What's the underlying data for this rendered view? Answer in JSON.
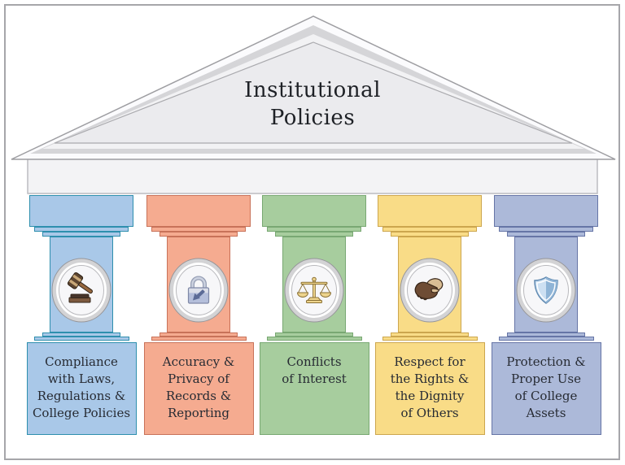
{
  "title": "Institutional\nPolicies",
  "structure": {
    "pediment_outer_fill": "#fbfbfd",
    "pediment_band_fill": "#d5d5d8",
    "pediment_inner_fill": "#ebebee",
    "entablature_fill": "#f3f3f5",
    "frame_border": "#a6a6aa",
    "medallion_ring": "#d3d3d5",
    "medallion_face": "#f7f7f9"
  },
  "pillars": [
    {
      "label": "Compliance\nwith Laws,\nRegulations &\nCollege Policies",
      "icon": "gavel-icon",
      "fill": "#a9c8e8",
      "border": "#2e8fae"
    },
    {
      "label": "Accuracy &\nPrivacy of\nRecords &\nReporting",
      "icon": "padlock-check-icon",
      "fill": "#f5ab90",
      "border": "#c87259"
    },
    {
      "label": "Conflicts\nof Interest",
      "icon": "scales-of-justice-icon",
      "fill": "#a7cd9e",
      "border": "#79a873"
    },
    {
      "label": "Respect for\nthe Rights &\nthe Dignity\nof Others",
      "icon": "handshake-icon",
      "fill": "#f9dc87",
      "border": "#cca64e"
    },
    {
      "label": "Protection &\nProper Use\nof College\nAssets",
      "icon": "shield-icon",
      "fill": "#acb9d9",
      "border": "#6675a6"
    }
  ]
}
